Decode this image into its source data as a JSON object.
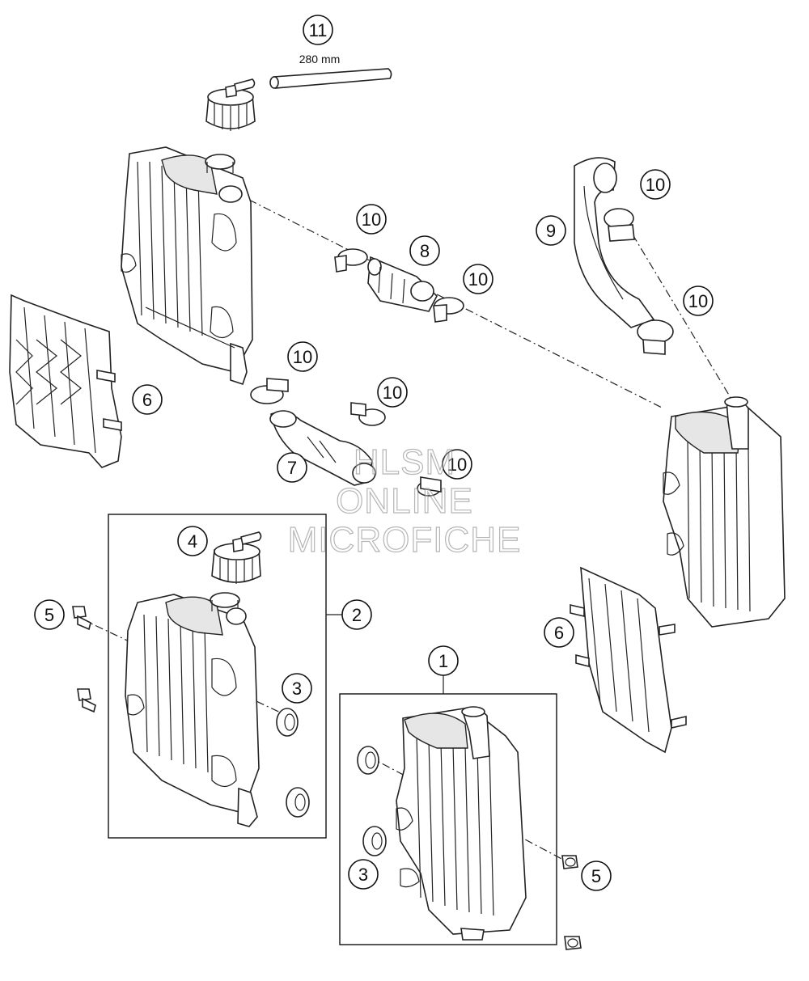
{
  "hose_length_label": "280 mm",
  "callouts": [
    "11",
    "10",
    "8",
    "10",
    "9",
    "10",
    "10",
    "10",
    "6",
    "10",
    "7",
    "10",
    "4",
    "2",
    "5",
    "3",
    "1",
    "6",
    "5",
    "3"
  ],
  "watermark": {
    "line1": "HLSM",
    "line2": "ONLINE",
    "line3": "MICROFICHE"
  }
}
